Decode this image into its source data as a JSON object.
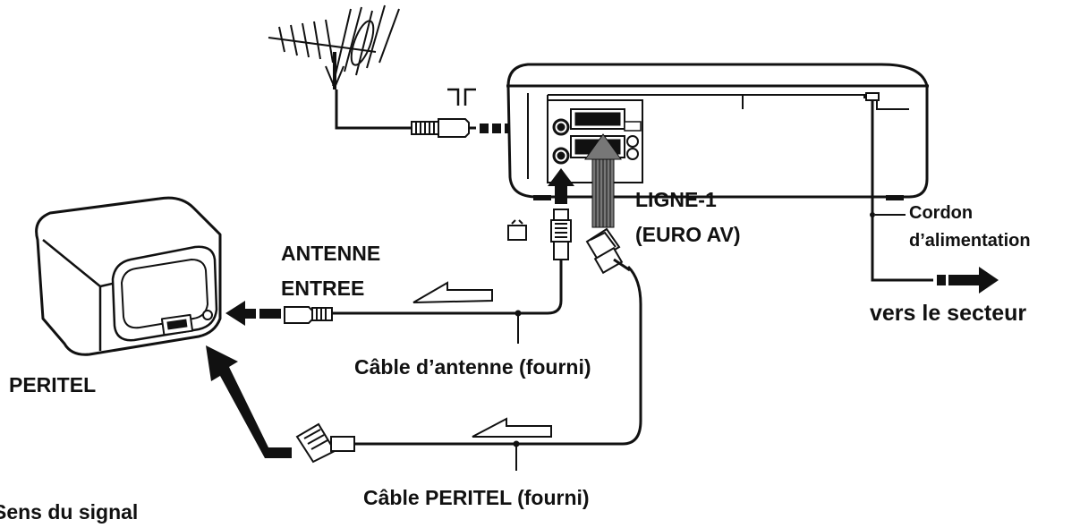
{
  "labels": {
    "antenna_input_symbol": "┐┌",
    "tv_symbol": "TV",
    "ligne1": "LIGNE-1",
    "euro_av": "(EURO AV)",
    "antenne": "ANTENNE",
    "entree": "ENTREE",
    "cordon": "Cordon",
    "alimentation": "d’alimentation",
    "vers_secteur": "vers le secteur",
    "peritel": "PERITEL",
    "cable_antenne": "Câble d’antenne (fourni)",
    "cable_peritel": "Câble PERITEL (fourni)",
    "sens_signal": "Sens du signal"
  },
  "colors": {
    "line": "#111111",
    "fill": "#ffffff"
  },
  "icons": {
    "antenna": "tv-aerial-icon",
    "vcr": "vcr-rear-panel-icon",
    "tv": "tv-set-icon"
  }
}
